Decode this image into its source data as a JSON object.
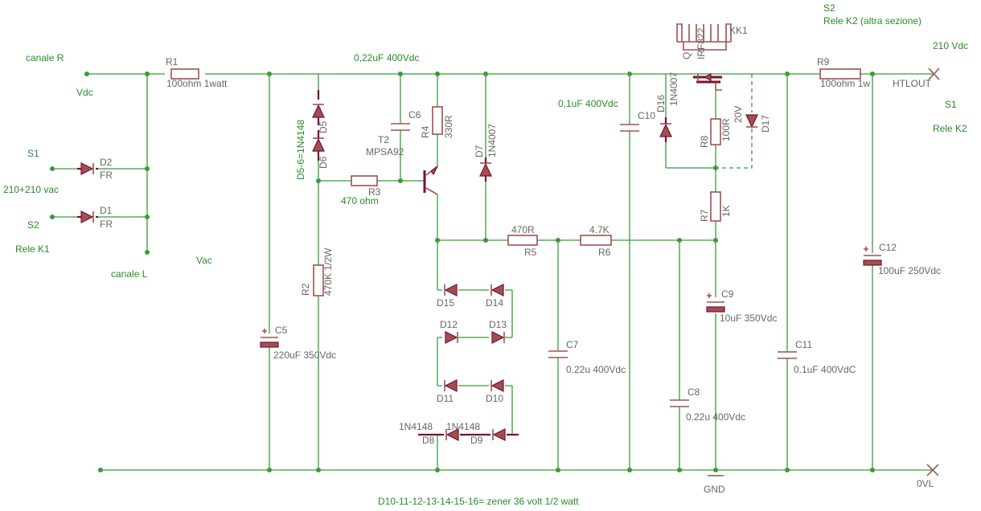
{
  "nets": {
    "canale_r": "canale R",
    "vdc": "Vdc",
    "s1_left": "S1",
    "vac_in": "210+210 vac",
    "s2_left": "S2",
    "rele_k1": "Rele K1",
    "canale_l": "canale L",
    "vac": "Vac",
    "cap_top": "0,22uF 400Vdc",
    "r3_value": "470 ohm",
    "cap_01": "0,1uF 400Vdc",
    "s2_right": "S2",
    "rele_k2_alt": "Rele K2  (altra sezione)",
    "v210": "210 Vdc",
    "s1_right": "S1",
    "rele_k2": "Rele K2",
    "note": "D10-11-12-13-14-15-16= zener 36 volt 1/2 watt"
  },
  "parts": {
    "r1_name": "R1",
    "r1_value": "100ohm 1watt",
    "d2_name": "D2",
    "d2_value": "FR",
    "d1_name": "D1",
    "d1_value": "FR",
    "c5_name": "C5",
    "c5_value": "220uF 350Vdc",
    "d5_6": "D5-6=1N4148",
    "d5_name": "D5",
    "d6_name": "D6",
    "r2_name": "R2",
    "r2_value": "470K 1/2W",
    "r3_name": "R3",
    "c6_name": "C6",
    "t2_name": "T2",
    "t2_value": "MPSA92",
    "r4_name": "R4",
    "r4_value": "330R",
    "d7_name": "D7",
    "d7_value": "1N4007",
    "r5_value": "470R",
    "r5_name": "R5",
    "r6_value": "4.7K",
    "r6_name": "R6",
    "d15_name": "D15",
    "d14_name": "D14",
    "d12_name": "D12",
    "d13_name": "D13",
    "d11_name": "D11",
    "d10_name": "D10",
    "d8_value": "1N4148",
    "d9_value": "1N4148",
    "d8_name": "D8",
    "d9_name": "D9",
    "c7_name": "C7",
    "c7_value": "0.22u 400Vdc",
    "c10_name": "C10",
    "d16_name": "D16",
    "d16_value": "1N4007",
    "q_name": "Q",
    "q_value": "IRF822",
    "kk1_name": "KK1",
    "r8_name": "R8",
    "r8_value": "100R",
    "d17_name": "D17",
    "d17_value": "20V",
    "r7_name": "R7",
    "r7_value": "1K",
    "c9_name": "C9",
    "c9_value": "10uF 350Vdc",
    "c8_name": "C8",
    "c8_value": "0.22u 400Vdc",
    "c11_name": "C11",
    "c11_value": "0.1uF 400VdC",
    "r9_name": "R9",
    "r9_value": "100ohm 1w",
    "htlout": "HTLOUT",
    "c12_name": "C12",
    "c12_value": "100uF 250Vdc",
    "gnd": "GND",
    "ovl": "0VL"
  }
}
